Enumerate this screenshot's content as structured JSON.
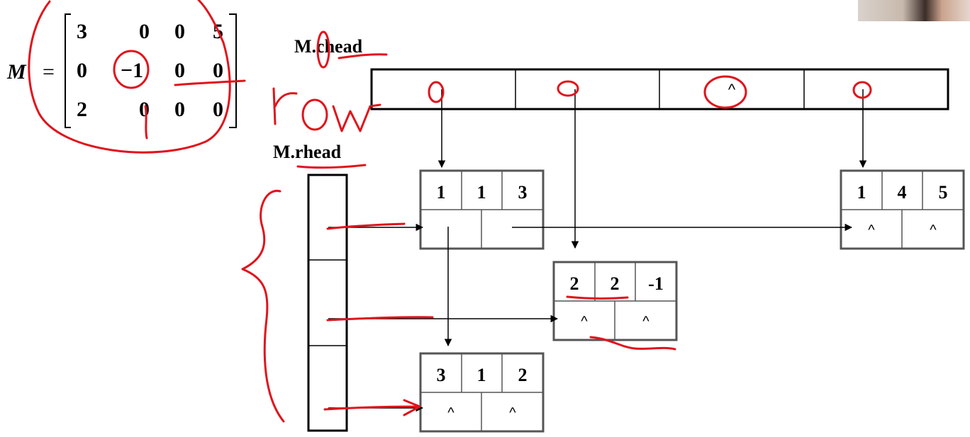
{
  "matrix": {
    "name": "M",
    "equals": "=",
    "rows": [
      [
        "3",
        "0",
        "0",
        "5"
      ],
      [
        "0",
        "−1",
        "0",
        "0"
      ],
      [
        "2",
        "0",
        "0",
        "0"
      ]
    ]
  },
  "labels": {
    "chead": "M.chead",
    "rhead": "M.rhead"
  },
  "chead_cells": [
    "",
    "",
    "^",
    ""
  ],
  "nodes": [
    {
      "row": "1",
      "col": "1",
      "val": "3",
      "down": "",
      "right": ""
    },
    {
      "row": "1",
      "col": "4",
      "val": "5",
      "down": "^",
      "right": "^"
    },
    {
      "row": "2",
      "col": "2",
      "val": "-1",
      "down": "^",
      "right": "^"
    },
    {
      "row": "3",
      "col": "1",
      "val": "2",
      "down": "^",
      "right": "^"
    }
  ],
  "annotations": {
    "handwriting": "row"
  }
}
